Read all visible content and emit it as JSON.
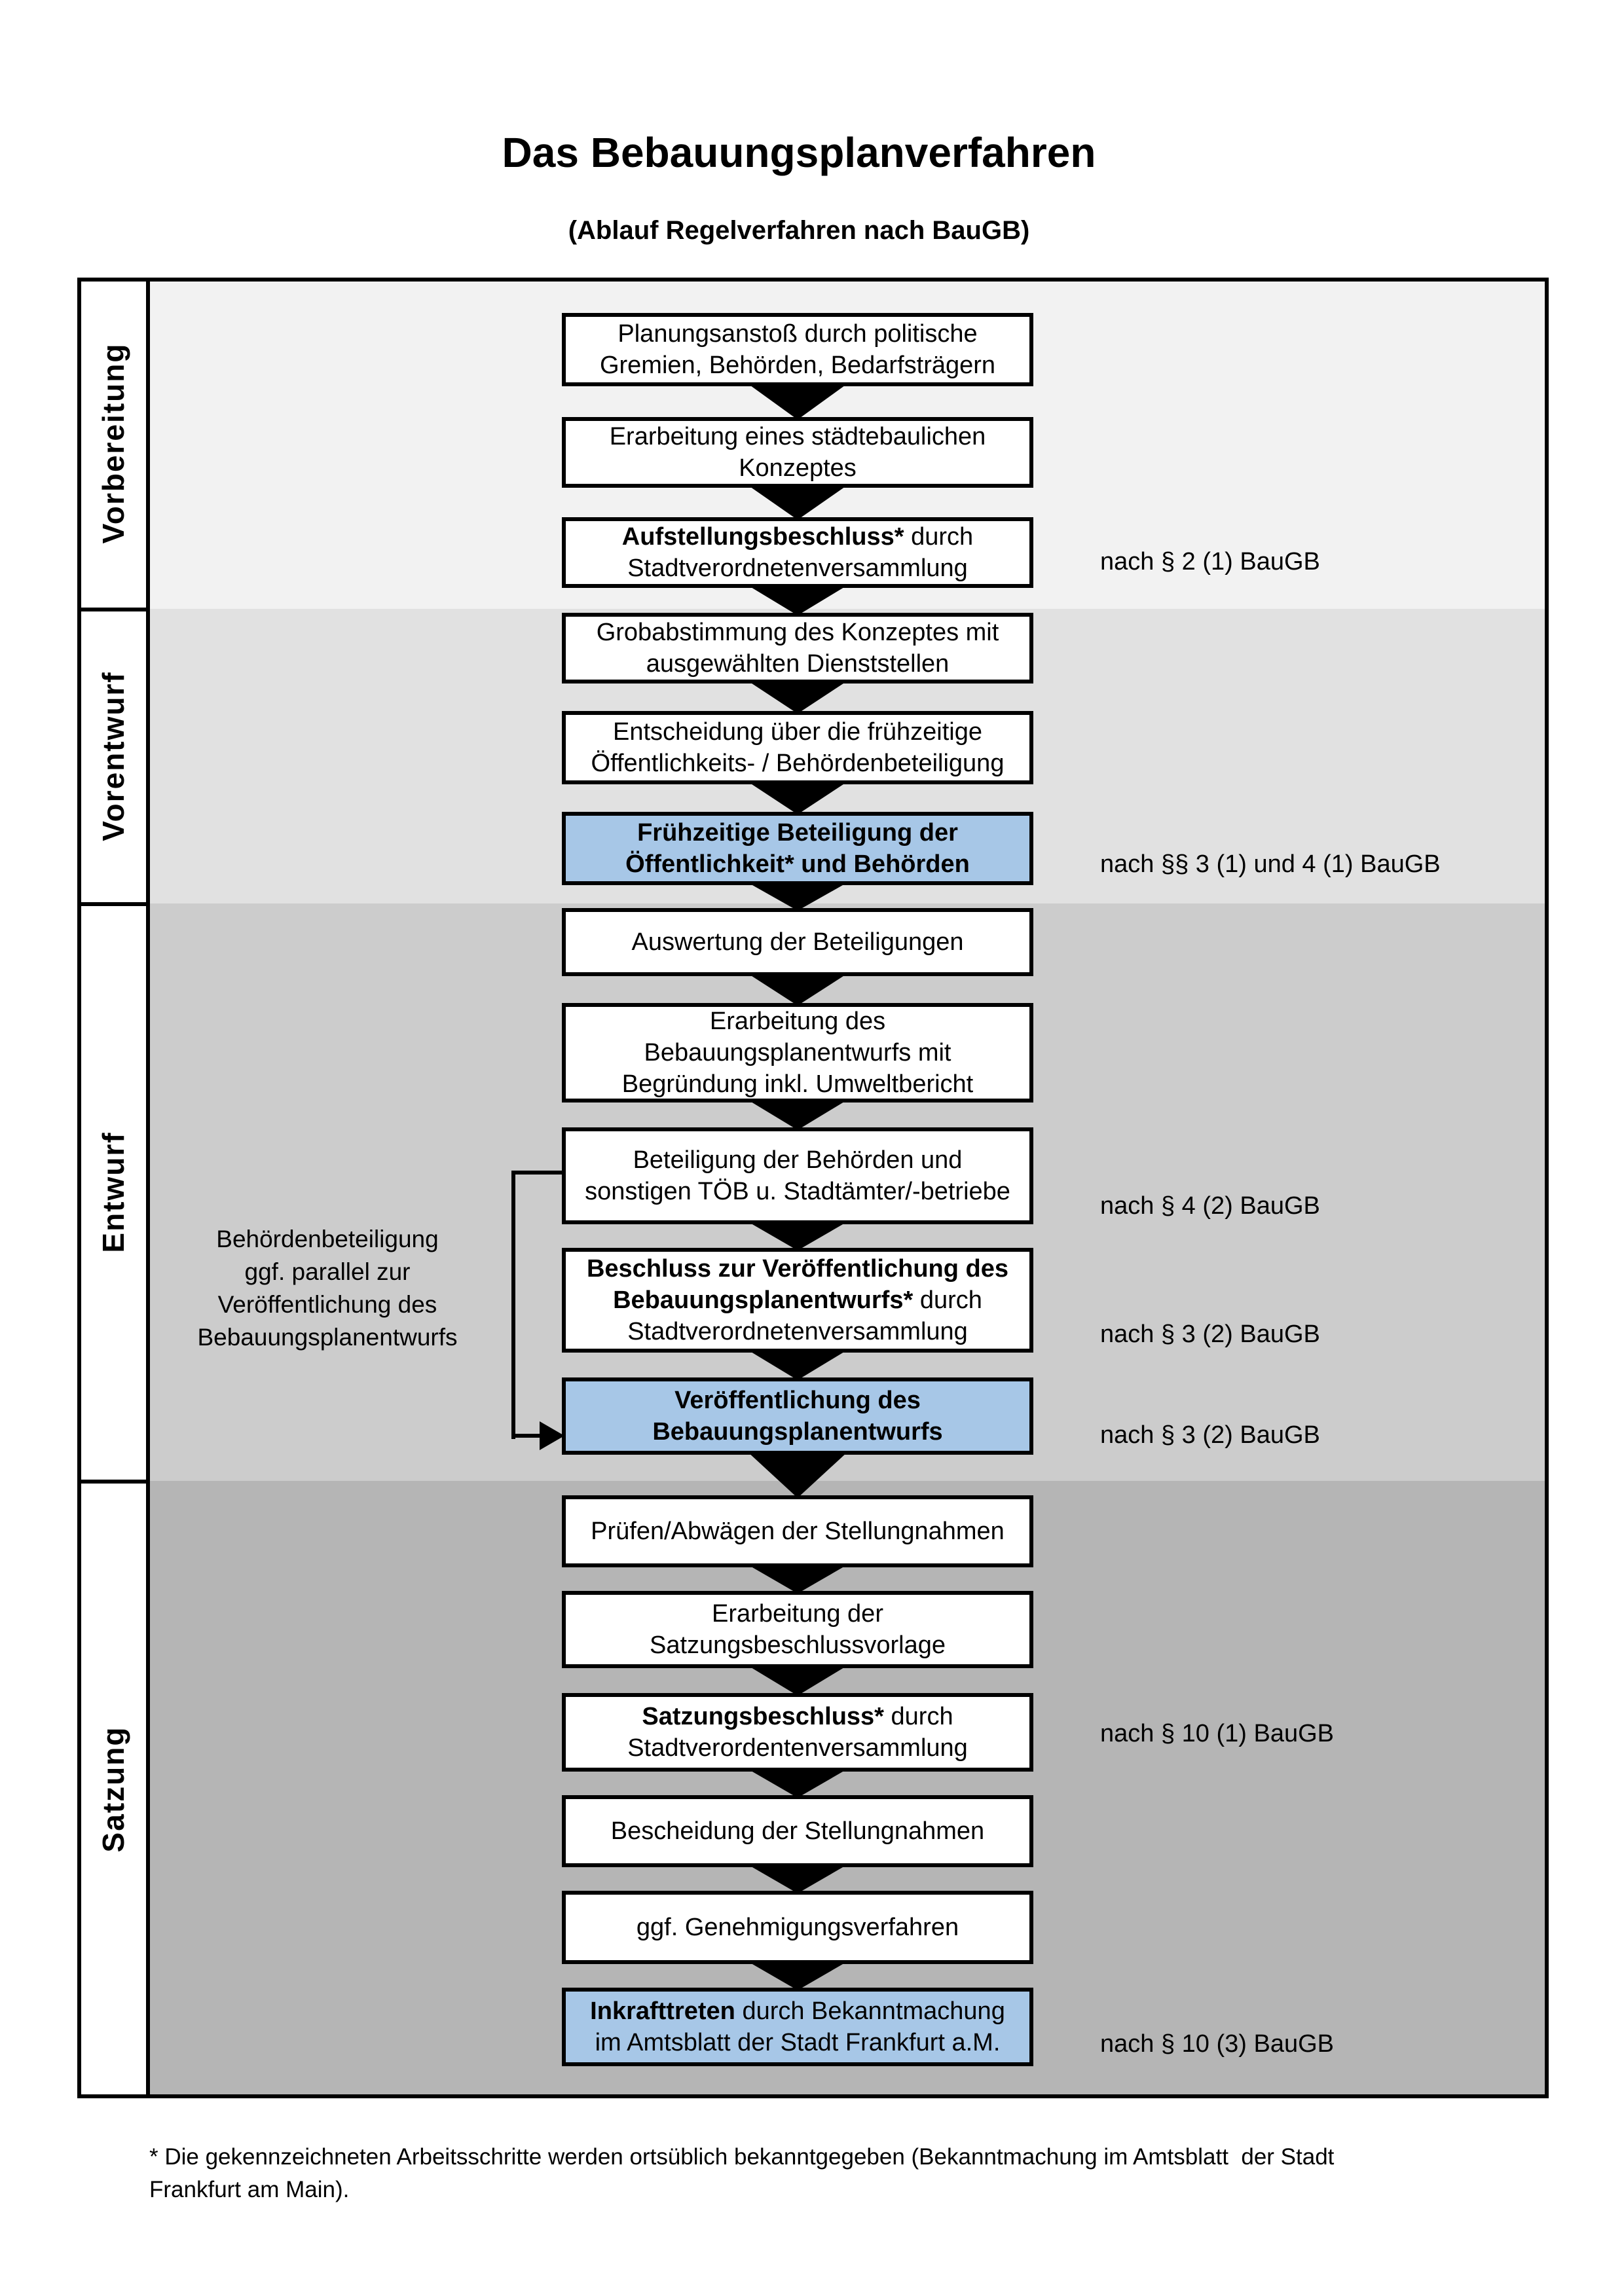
{
  "title": "Das Bebauungsplanverfahren",
  "subtitle": "(Ablauf Regelverfahren nach BauGB)",
  "colors": {
    "highlight_blue": "#a7c7e7",
    "phase_backgrounds": [
      "#f2f2f2",
      "#e1e1e1",
      "#cccccc",
      "#b5b5b5"
    ],
    "line_black": "#000000"
  },
  "phases": [
    {
      "label": "Vorbereitung",
      "bg": "#f2f2f2"
    },
    {
      "label": "Vorentwurf",
      "bg": "#e1e1e1"
    },
    {
      "label": "Entwurf",
      "bg": "#cccccc"
    },
    {
      "label": "Satzung",
      "bg": "#b5b5b5"
    }
  ],
  "flow": {
    "boxes": [
      {
        "id": "planungsanstoss",
        "highlight": false,
        "note": "",
        "lines": [
          [
            {
              "t": "Planungsanstoß durch politische",
              "b": false
            }
          ],
          [
            {
              "t": "Gremien, Behörden, Bedarfsträgern",
              "b": false
            }
          ]
        ]
      },
      {
        "id": "staedtebauliches-konzept",
        "highlight": false,
        "note": "",
        "lines": [
          [
            {
              "t": "Erarbeitung eines städtebaulichen",
              "b": false
            }
          ],
          [
            {
              "t": "Konzeptes",
              "b": false
            }
          ]
        ]
      },
      {
        "id": "aufstellungsbeschluss",
        "highlight": false,
        "note": "nach § 2 (1) BauGB",
        "lines": [
          [
            {
              "t": "Aufstellungsbeschluss*",
              "b": true
            },
            {
              "t": " durch",
              "b": false
            }
          ],
          [
            {
              "t": "Stadtverordnetenversammlung",
              "b": false
            }
          ]
        ]
      },
      {
        "id": "grobabstimmung",
        "highlight": false,
        "note": "",
        "lines": [
          [
            {
              "t": "Grobabstimmung des Konzeptes mit",
              "b": false
            }
          ],
          [
            {
              "t": "ausgewählten Dienststellen",
              "b": false
            }
          ]
        ]
      },
      {
        "id": "entscheidung-beteiligung",
        "highlight": false,
        "note": "",
        "lines": [
          [
            {
              "t": "Entscheidung über die frühzeitige",
              "b": false
            }
          ],
          [
            {
              "t": "Öffentlichkeits- / Behördenbeteiligung",
              "b": false
            }
          ]
        ]
      },
      {
        "id": "fruehzeitige-beteiligung",
        "highlight": true,
        "note": "nach §§ 3 (1) und 4 (1) BauGB",
        "lines": [
          [
            {
              "t": "Frühzeitige Beteiligung der",
              "b": true
            }
          ],
          [
            {
              "t": "Öffentlichkeit* und Behörden",
              "b": true
            }
          ]
        ]
      },
      {
        "id": "auswertung-beteiligungen",
        "highlight": false,
        "note": "",
        "lines": [
          [
            {
              "t": "Auswertung der Beteiligungen",
              "b": false
            }
          ]
        ]
      },
      {
        "id": "erarbeitung-entwurf",
        "highlight": false,
        "note": "",
        "lines": [
          [
            {
              "t": "Erarbeitung des",
              "b": false
            }
          ],
          [
            {
              "t": "Bebauungsplanentwurfs mit",
              "b": false
            }
          ],
          [
            {
              "t": "Begründung inkl. Umweltbericht",
              "b": false
            }
          ]
        ]
      },
      {
        "id": "beteiligung-behoerden",
        "highlight": false,
        "note": "nach § 4 (2) BauGB",
        "lines": [
          [
            {
              "t": "Beteiligung der Behörden und",
              "b": false
            }
          ],
          [
            {
              "t": "sonstigen TÖB u. Stadtämter/-betriebe",
              "b": false
            }
          ]
        ]
      },
      {
        "id": "beschluss-veroeffentlichung",
        "highlight": false,
        "note": "nach § 3 (2) BauGB",
        "lines": [
          [
            {
              "t": "Beschluss zur Veröffentlichung des",
              "b": true
            }
          ],
          [
            {
              "t": "Bebauungsplanentwurfs*",
              "b": true
            },
            {
              "t": " durch",
              "b": false
            }
          ],
          [
            {
              "t": "Stadtverordnetenversammlung",
              "b": false
            }
          ]
        ]
      },
      {
        "id": "veroeffentlichung-entwurf",
        "highlight": true,
        "note": "nach § 3 (2) BauGB",
        "lines": [
          [
            {
              "t": "Veröffentlichung des",
              "b": true
            }
          ],
          [
            {
              "t": "Bebauungsplanentwurfs",
              "b": true
            }
          ]
        ]
      },
      {
        "id": "pruefen-abwaegen",
        "highlight": false,
        "note": "",
        "lines": [
          [
            {
              "t": "Prüfen/Abwägen der Stellungnahmen",
              "b": false
            }
          ]
        ]
      },
      {
        "id": "satzungsbeschlussvorlage",
        "highlight": false,
        "note": "",
        "lines": [
          [
            {
              "t": "Erarbeitung der",
              "b": false
            }
          ],
          [
            {
              "t": "Satzungsbeschlussvorlage",
              "b": false
            }
          ]
        ]
      },
      {
        "id": "satzungsbeschluss",
        "highlight": false,
        "note": "nach § 10 (1) BauGB",
        "lines": [
          [
            {
              "t": "Satzungsbeschluss*",
              "b": true
            },
            {
              "t": " durch",
              "b": false
            }
          ],
          [
            {
              "t": "Stadtverordentenversammlung",
              "b": false
            }
          ]
        ]
      },
      {
        "id": "bescheidung-stellungnahmen",
        "highlight": false,
        "note": "",
        "lines": [
          [
            {
              "t": "Bescheidung der Stellungnahmen",
              "b": false
            }
          ]
        ]
      },
      {
        "id": "genehmigungsverfahren",
        "highlight": false,
        "note": "",
        "lines": [
          [
            {
              "t": "ggf. Genehmigungsverfahren",
              "b": false
            }
          ]
        ]
      },
      {
        "id": "inkrafttreten",
        "highlight": true,
        "note": "nach § 10 (3) BauGB",
        "lines": [
          [
            {
              "t": "Inkrafttreten",
              "b": true
            },
            {
              "t": " durch Bekanntmachung",
              "b": false
            }
          ],
          [
            {
              "t": "im Amtsblatt der Stadt Frankfurt a.M.",
              "b": false
            }
          ]
        ]
      }
    ]
  },
  "side_note": {
    "text": "Behördenbeteiligung\nggf. parallel zur\nVeröffentlichung des\nBebauungsplanentwurfs"
  },
  "footnote": {
    "text": "* Die gekennzeichneten Arbeitsschritte werden ortsüblich bekanntgegeben (Bekanntmachung im Amtsblatt  der Stadt\nFrankfurt am Main)."
  }
}
